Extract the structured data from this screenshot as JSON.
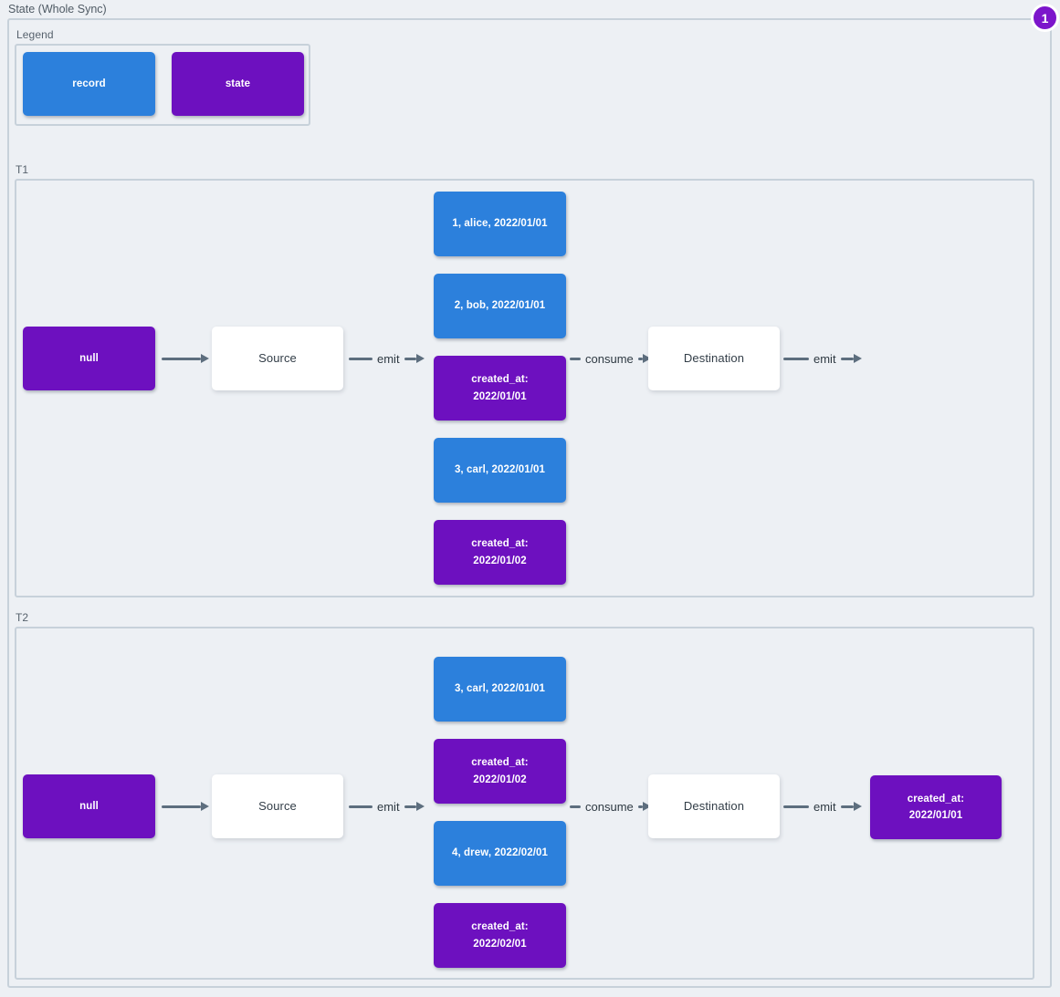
{
  "title": "State (Whole Sync)",
  "badge": {
    "value": "1"
  },
  "colors": {
    "record": "#2c80dc",
    "state": "#6d10bf",
    "badge": "#7c15cb",
    "background": "#edf0f4",
    "group_border": "#c7d1da",
    "arrow": "#5d6e7e"
  },
  "legend": {
    "label": "Legend",
    "items": [
      {
        "type": "record",
        "label": "record"
      },
      {
        "type": "state",
        "label": "state"
      }
    ]
  },
  "sections": {
    "t1": {
      "label": "T1",
      "initial_state": "null",
      "source_label": "Source",
      "destination_label": "Destination",
      "emit_source_label": "emit",
      "consume_label": "consume",
      "emit_destination_label": "emit",
      "stack": [
        {
          "type": "record",
          "text": "1, alice, 2022/01/01"
        },
        {
          "type": "record",
          "text": "2, bob, 2022/01/01"
        },
        {
          "type": "state",
          "text": "created_at:\n2022/01/01"
        },
        {
          "type": "record",
          "text": "3, carl, 2022/01/01"
        },
        {
          "type": "state",
          "text": "created_at:\n2022/01/02"
        }
      ]
    },
    "t2": {
      "label": "T2",
      "initial_state": "null",
      "source_label": "Source",
      "destination_label": "Destination",
      "emit_source_label": "emit",
      "consume_label": "consume",
      "emit_destination_label": "emit",
      "stack": [
        {
          "type": "record",
          "text": "3, carl, 2022/01/01"
        },
        {
          "type": "state",
          "text": "created_at:\n2022/01/02"
        },
        {
          "type": "record",
          "text": "4, drew, 2022/02/01"
        },
        {
          "type": "state",
          "text": "created_at:\n2022/02/01"
        }
      ],
      "output_state": {
        "type": "state",
        "text": "created_at:\n2022/01/01"
      }
    }
  }
}
